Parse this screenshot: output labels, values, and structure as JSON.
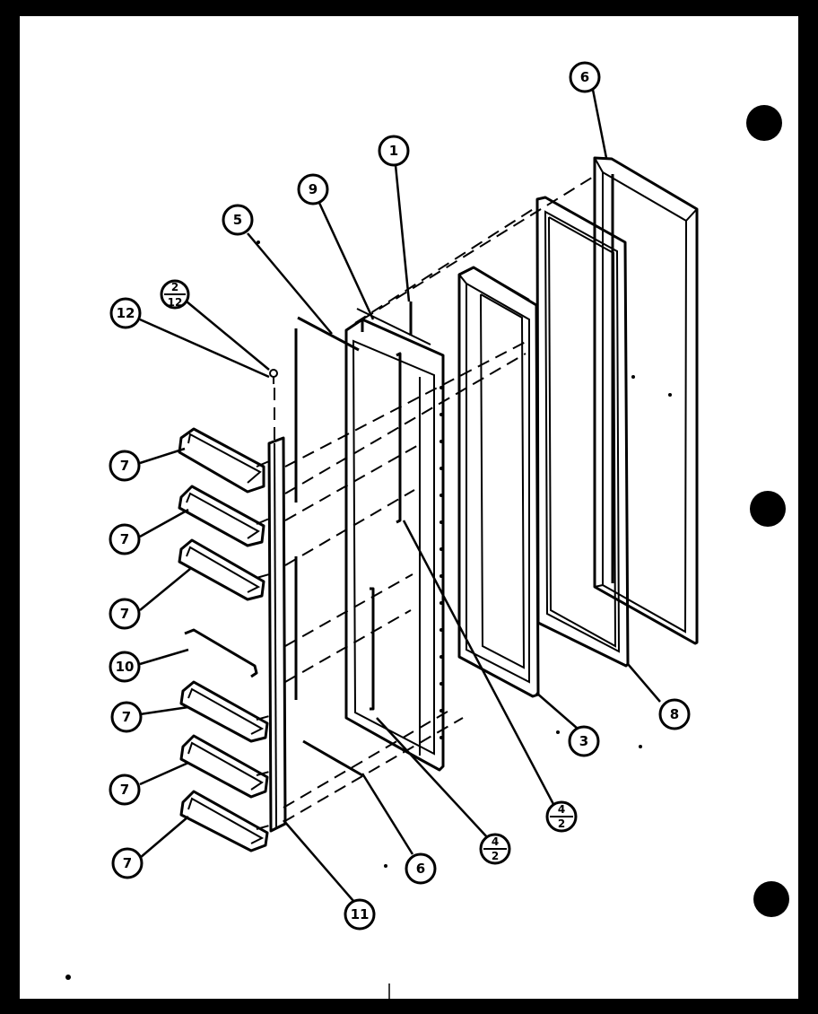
{
  "diagram": {
    "callouts": [
      {
        "id": "c6-top",
        "text": "6"
      },
      {
        "id": "c1",
        "text": "1"
      },
      {
        "id": "c9",
        "text": "9"
      },
      {
        "id": "c5",
        "text": "5"
      },
      {
        "id": "c2-12",
        "num": "2",
        "den": "12"
      },
      {
        "id": "c12",
        "text": "12"
      },
      {
        "id": "c7-a",
        "text": "7"
      },
      {
        "id": "c7-b",
        "text": "7"
      },
      {
        "id": "c7-c",
        "text": "7"
      },
      {
        "id": "c10",
        "text": "10"
      },
      {
        "id": "c7-d",
        "text": "7"
      },
      {
        "id": "c7-e",
        "text": "7"
      },
      {
        "id": "c7-f",
        "text": "7"
      },
      {
        "id": "c8",
        "text": "8"
      },
      {
        "id": "c3",
        "text": "3"
      },
      {
        "id": "c4-2-right",
        "num": "4",
        "den": "2"
      },
      {
        "id": "c4-2-left",
        "num": "4",
        "den": "2"
      },
      {
        "id": "c6-bottom",
        "text": "6"
      },
      {
        "id": "c11",
        "text": "11"
      }
    ]
  }
}
